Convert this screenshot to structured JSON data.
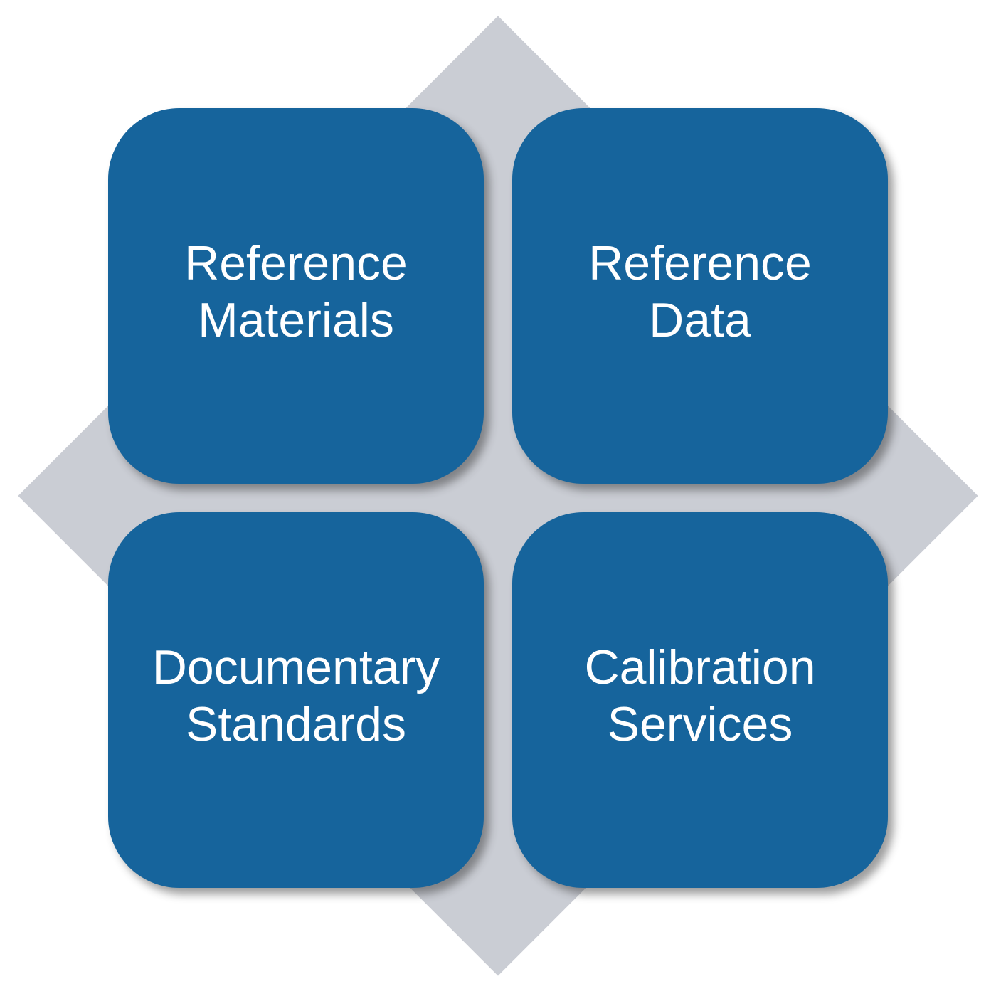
{
  "diagram": {
    "type": "matrix",
    "colors": {
      "background_color": "#ffffff",
      "diamond_color": "#cacdd4",
      "box_color": "#16649c",
      "text_color": "#ffffff"
    },
    "boxes": [
      {
        "id": "reference-materials",
        "lines": [
          "Reference",
          "Materials"
        ]
      },
      {
        "id": "reference-data",
        "lines": [
          "Reference",
          "Data"
        ]
      },
      {
        "id": "documentary-standards",
        "lines": [
          "Documentary",
          "Standards"
        ]
      },
      {
        "id": "calibration-services",
        "lines": [
          "Calibration",
          "Services"
        ]
      }
    ]
  }
}
